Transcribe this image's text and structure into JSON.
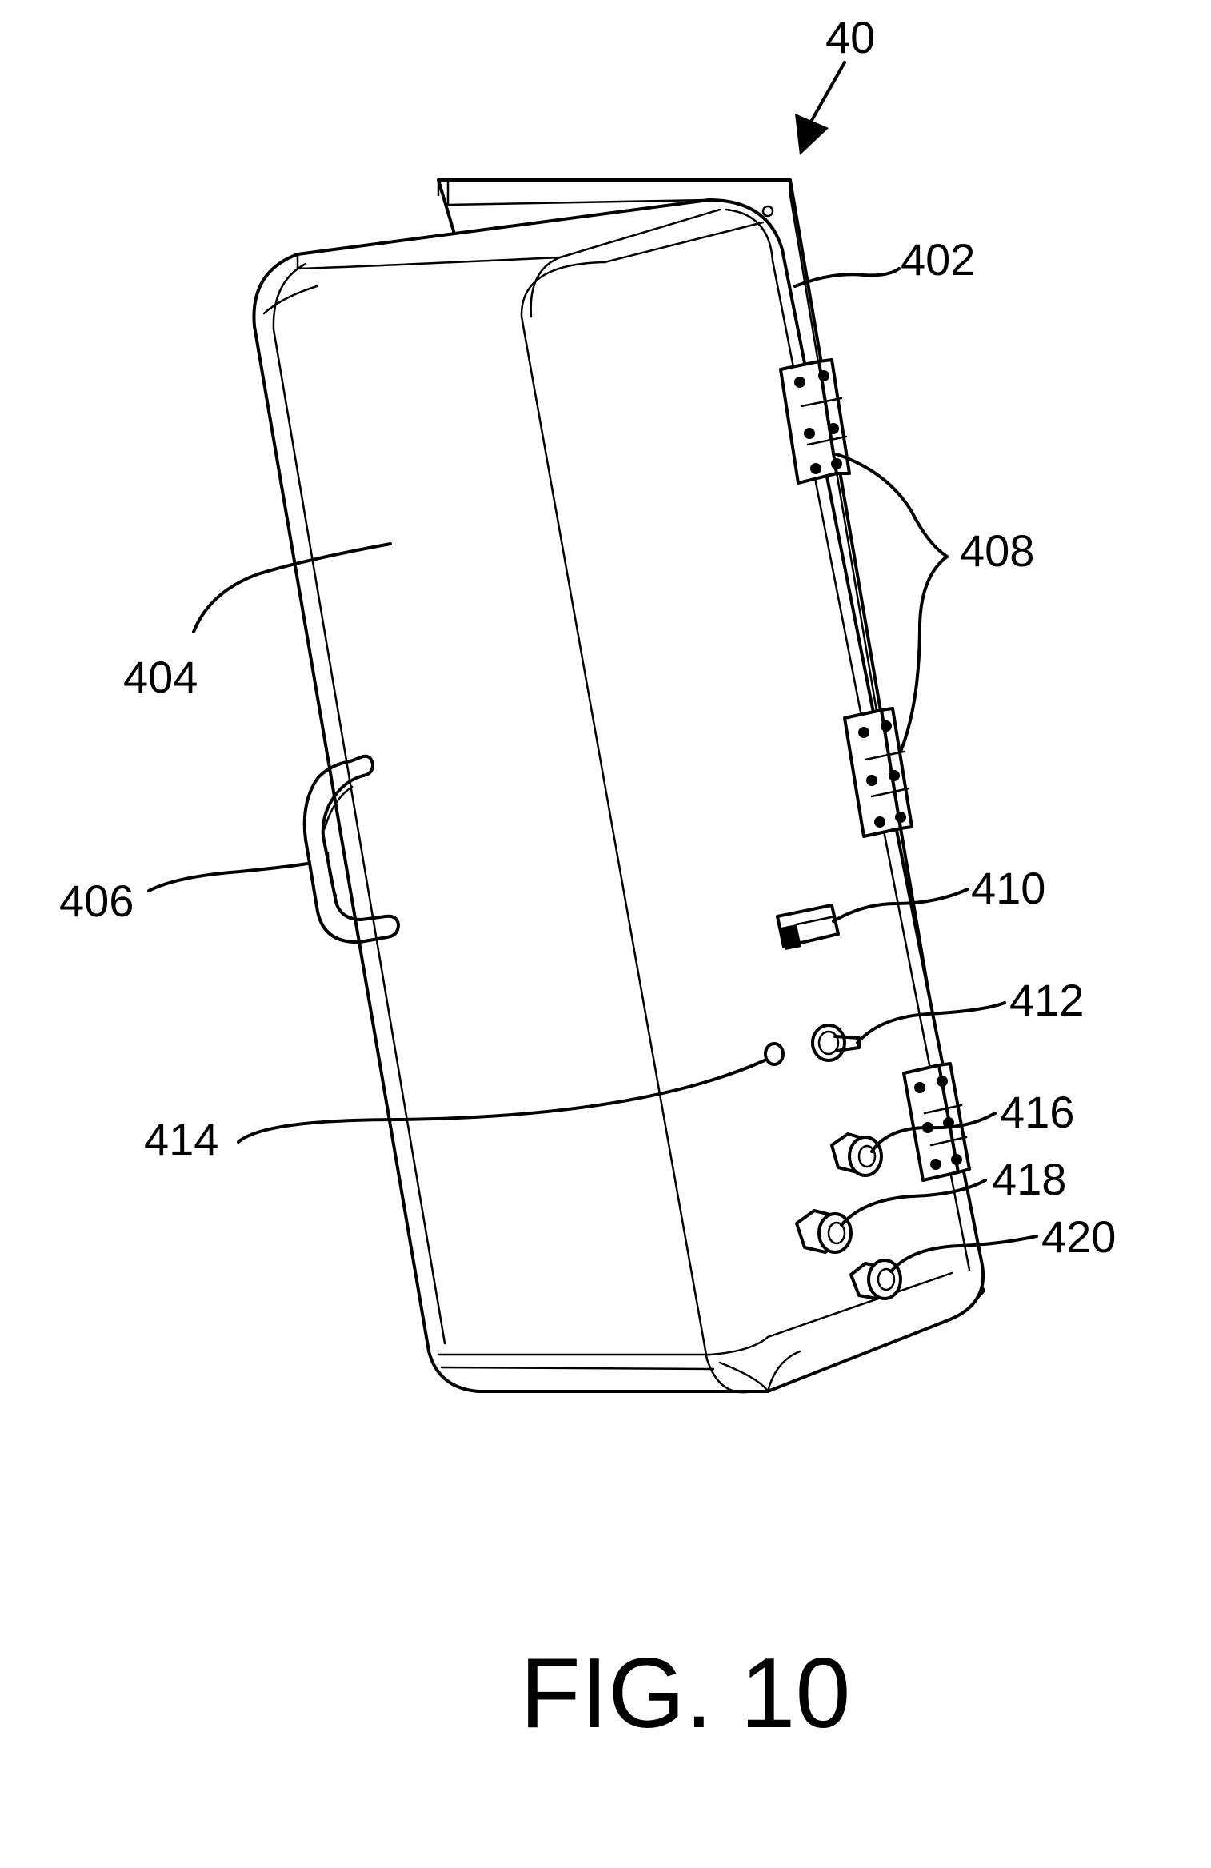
{
  "figure": {
    "caption": "FIG. 10",
    "assembly_ref": "40"
  },
  "references": {
    "r402": "402",
    "r404": "404",
    "r406": "406",
    "r408": "408",
    "r410": "410",
    "r412": "412",
    "r414": "414",
    "r416": "416",
    "r418": "418",
    "r420": "420"
  },
  "colors": {
    "ink": "#000000",
    "paper": "#ffffff"
  }
}
